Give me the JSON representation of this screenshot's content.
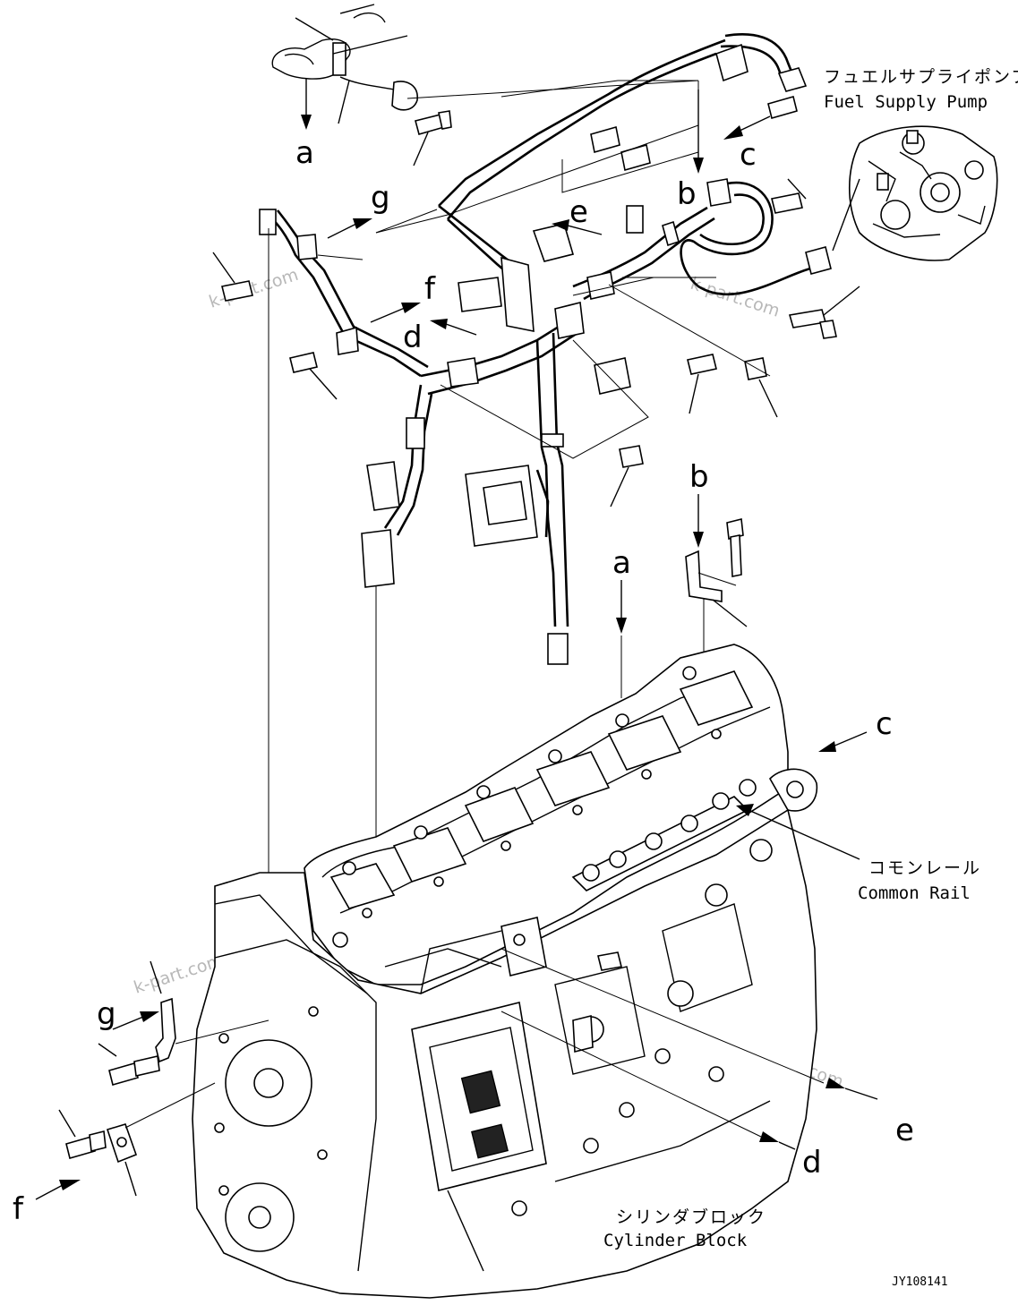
{
  "labels": {
    "fuel_supply_pump_jp": "フュエルサプライポンプ",
    "fuel_supply_pump_en": "Fuel Supply Pump",
    "common_rail_jp": "コモンレール",
    "common_rail_en": "Common Rail",
    "cylinder_block_jp": "シリンダブロック",
    "cylinder_block_en": "Cylinder Block"
  },
  "callouts": {
    "a_top": "a",
    "b_top": "b",
    "c_top": "c",
    "d_top": "d",
    "e_top": "e",
    "f_top": "f",
    "g_top": "g",
    "a_bottom": "a",
    "b_bottom": "b",
    "c_bottom": "c",
    "d_bottom": "d",
    "e_bottom": "e",
    "f_bottom": "f",
    "g_bottom": "g"
  },
  "watermark": "k-part.com",
  "drawing_code": "JY108141"
}
